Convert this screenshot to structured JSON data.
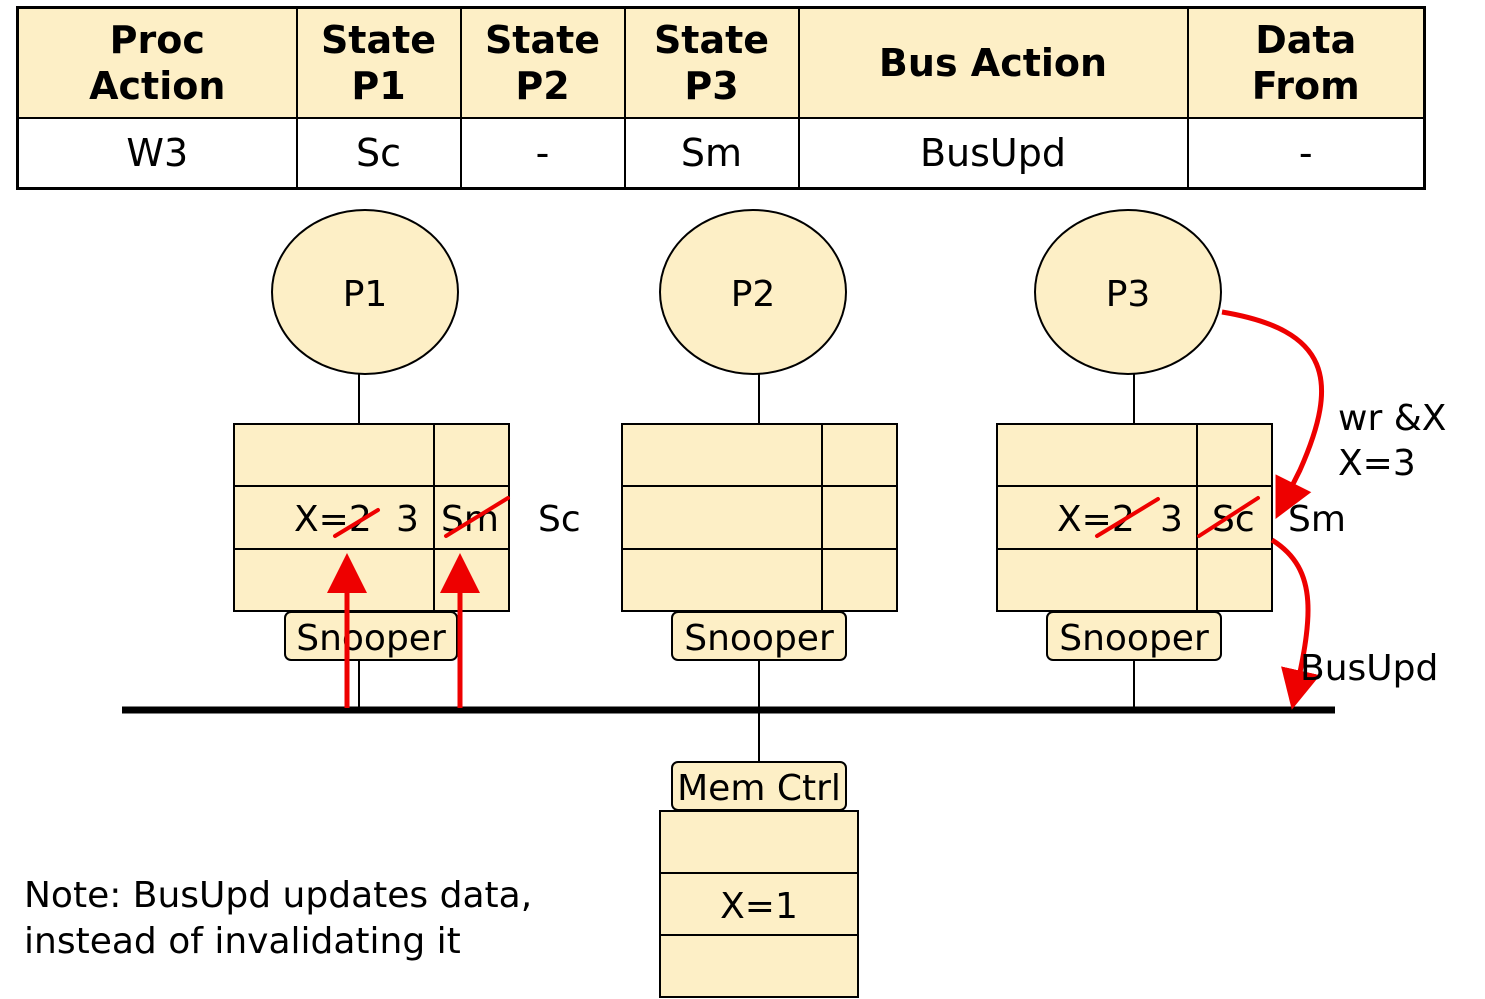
{
  "table": {
    "headers": [
      "Proc\nAction",
      "State\nP1",
      "State\nP2",
      "State\nP3",
      "Bus Action",
      "Data\nFrom"
    ],
    "rows": [
      [
        "W3",
        "Sc",
        "-",
        "Sm",
        "BusUpd",
        "-"
      ]
    ]
  },
  "diagram": {
    "processors": [
      "P1",
      "P2",
      "P3"
    ],
    "snooper_label": "Snooper",
    "mem_ctrl_label": "Mem Ctrl",
    "memory_value": "X=1",
    "p1_cache": {
      "old_value": "X=2",
      "new_value": "3",
      "old_state": "Sm",
      "new_state": "Sc"
    },
    "p3_cache": {
      "old_value": "X=2",
      "new_value": "3",
      "old_state": "Sc",
      "new_state": "Sm"
    },
    "write_annotation": [
      "wr &X",
      "X=3"
    ],
    "bus_annotation": "BusUpd"
  },
  "note": [
    "Note: BusUpd updates data,",
    "instead of invalidating it"
  ],
  "colors": {
    "fill": "#fdefc6",
    "arrow": "#ee0000",
    "line": "#000000"
  }
}
